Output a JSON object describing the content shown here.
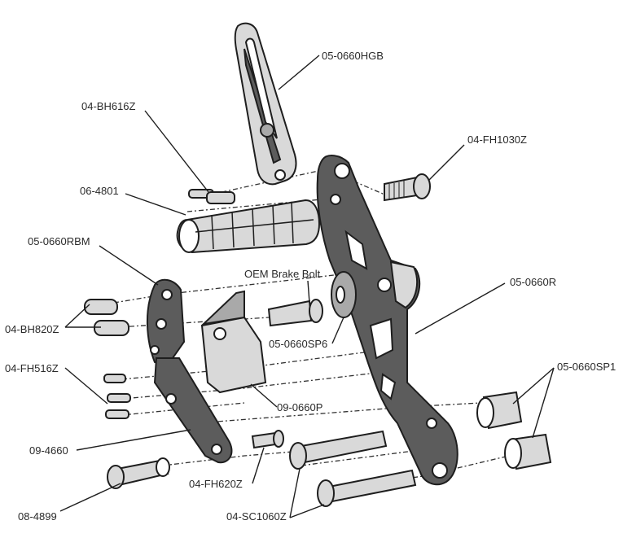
{
  "labels": {
    "hgb": "05-0660HGB",
    "bh616z": "04-BH616Z",
    "fh1030z": "04-FH1030Z",
    "peg": "06-4801",
    "rbm": "05-0660RBM",
    "oem_bolt": "OEM Brake Bolt",
    "r": "05-0660R",
    "bh820z": "04-BH820Z",
    "sp6": "05-0660SP6",
    "fh516z": "04-FH516Z",
    "sp1": "05-0660SP1",
    "p": "09-0660P",
    "lever": "09-4660",
    "fh620z": "04-FH620Z",
    "spacer": "08-4899",
    "sc1060z": "04-SC1060Z"
  }
}
